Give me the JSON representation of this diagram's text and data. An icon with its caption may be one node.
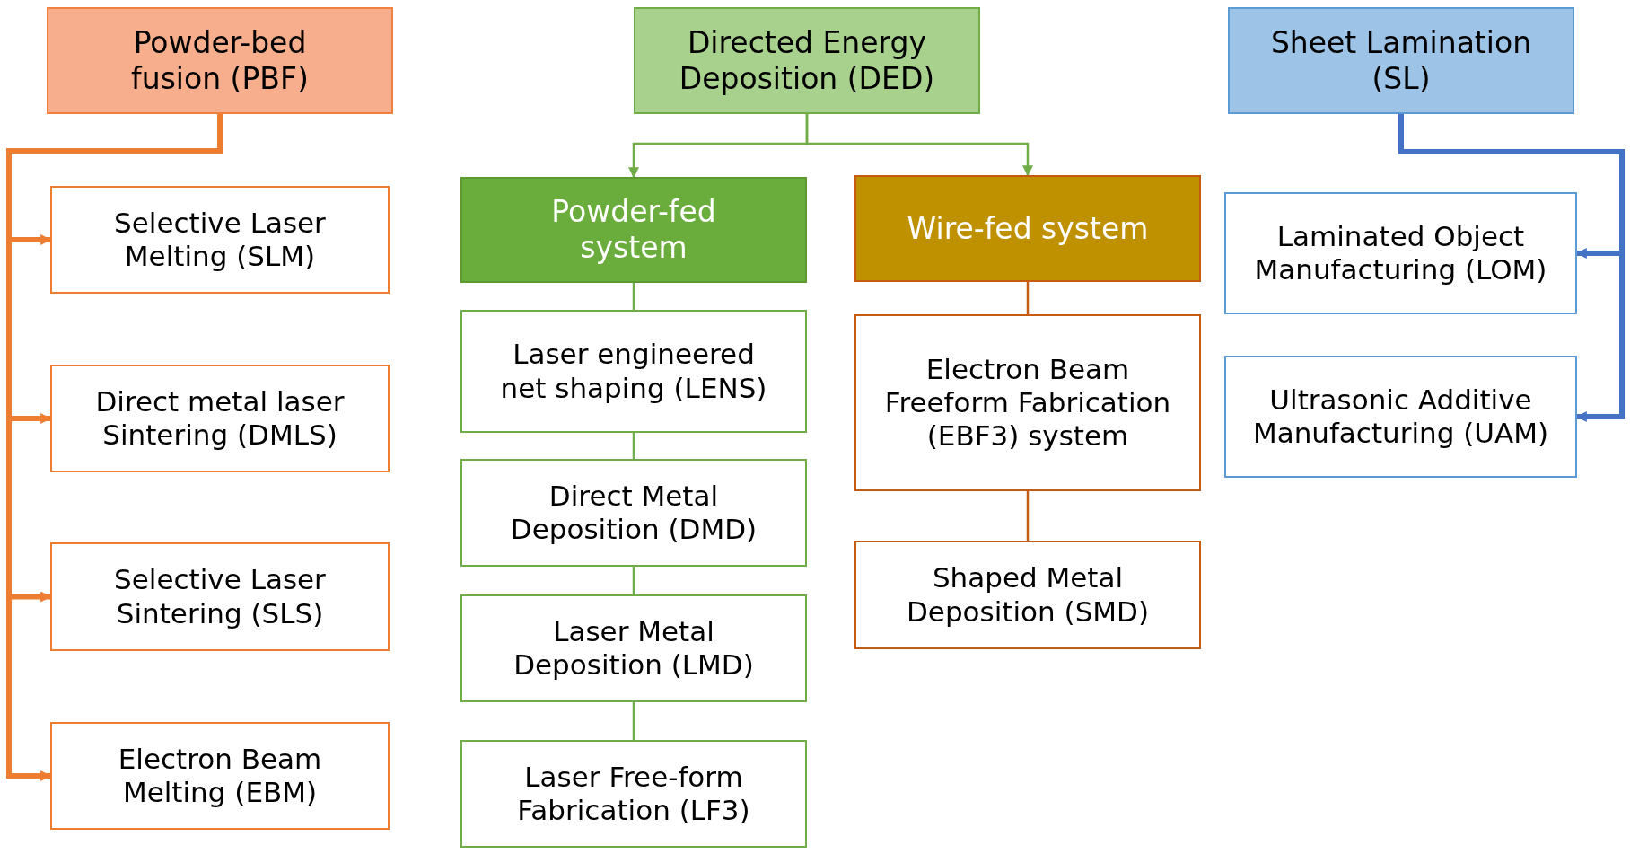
{
  "diagram": {
    "nodes": [
      {
        "text": [
          "Powder-bed fusion (PBF)"
        ]
      },
      {
        "text": [
          "Selective Laser Melting (SLM)"
        ]
      },
      {
        "text": [
          "Direct metal laser Sintering (DMLS)"
        ]
      },
      {
        "text": [
          "Selective Laser Sintering (SLS)"
        ]
      },
      {
        "text": [
          "Electron Beam Melting (EBM)"
        ]
      },
      {
        "text": [
          "Directed Energy Deposition (DED)"
        ]
      },
      {
        "text": [
          "Powder-fed system"
        ]
      },
      {
        "text": [
          "Wire-fed system"
        ]
      },
      {
        "text": [
          "Laser engineered net shaping (LENS)"
        ]
      },
      {
        "text": [
          "Direct Metal Deposition (DMD)"
        ]
      },
      {
        "text": [
          "Laser Metal Deposition (LMD)"
        ]
      },
      {
        "text": [
          "Laser Free-form Fabrication (LF3)"
        ]
      },
      {
        "text": [
          "Electron Beam Freeform Fabrication (EBF3) system"
        ]
      },
      {
        "text": [
          "Shaped Metal Deposition (SMD)"
        ]
      },
      {
        "text": [
          "Sheet Lamination (SL)"
        ]
      },
      {
        "text": [
          "Laminated Object Manufacturing (LOM)"
        ]
      },
      {
        "text": [
          "Ultrasonic Additive Manufacturing (UAM)"
        ]
      }
    ],
    "edges": [
      {
        "from": 0,
        "to": 1,
        "arrow": "to",
        "style": "thick",
        "color": "#ed7d31"
      },
      {
        "from": 0,
        "to": 2,
        "arrow": "to",
        "style": "thick",
        "color": "#ed7d31"
      },
      {
        "from": 0,
        "to": 3,
        "arrow": "to",
        "style": "thick",
        "color": "#ed7d31"
      },
      {
        "from": 0,
        "to": 4,
        "arrow": "to",
        "style": "thick",
        "color": "#ed7d31"
      },
      {
        "from": 5,
        "to": 6,
        "arrow": "to"
      },
      {
        "from": 5,
        "to": 7,
        "arrow": "to"
      },
      {
        "from": 6,
        "to": 8,
        "arrow": "none"
      },
      {
        "from": 8,
        "to": 9,
        "arrow": "none"
      },
      {
        "from": 9,
        "to": 10,
        "arrow": "none"
      },
      {
        "from": 10,
        "to": 11,
        "arrow": "none"
      },
      {
        "from": 7,
        "to": 12,
        "arrow": "none",
        "color": "#c55a11"
      },
      {
        "from": 12,
        "to": 13,
        "arrow": "none",
        "color": "#c55a11"
      },
      {
        "from": 14,
        "to": 15,
        "arrow": "to",
        "style": "thick",
        "color": "#4472c4"
      },
      {
        "from": 14,
        "to": 16,
        "arrow": "to",
        "style": "thick",
        "color": "#4472c4"
      }
    ]
  }
}
